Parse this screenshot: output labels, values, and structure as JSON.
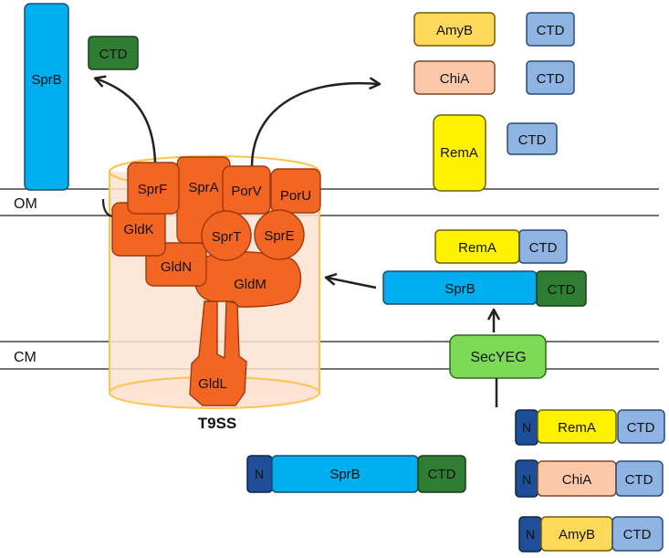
{
  "membranes": {
    "outer": "OM",
    "cytoplasmic": "CM"
  },
  "complex": {
    "title": "T9SS",
    "subunits": {
      "sprF": "SprF",
      "sprA": "SprA",
      "porV": "PorV",
      "porU": "PorU",
      "gldK": "GldK",
      "sprT": "SprT",
      "sprE": "SprE",
      "gldN": "GldN",
      "gldM": "GldM",
      "gldL": "GldL"
    }
  },
  "proteins": {
    "sprB": "SprB",
    "remA": "RemA",
    "chiA": "ChiA",
    "amyB": "AmyB",
    "ctd": "CTD",
    "n": "N",
    "secYEG": "SecYEG"
  },
  "colors": {
    "complex": "#f26522",
    "complex_border": "#9e3a0e",
    "cylinder_fill": "#fde3d2",
    "cylinder_edge": "#fdc24a",
    "sprB": "#00aeef",
    "remA": "#fff200",
    "chiA": "#fbc8a8",
    "amyB": "#ffd95a",
    "ctd_light": "#8fb4e3",
    "ctd_dark": "#2e7d32",
    "n_terminus": "#1f4e99",
    "secYEG": "#7ed957"
  }
}
